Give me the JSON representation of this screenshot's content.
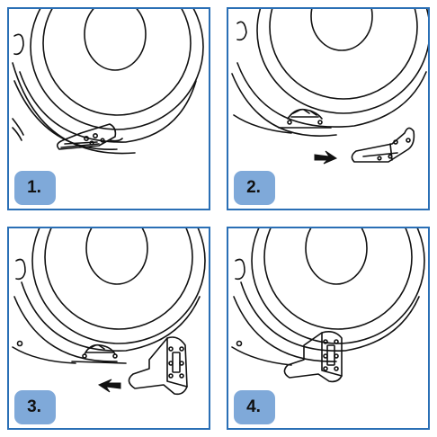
{
  "colors": {
    "panel_border": "#2a6fb5",
    "badge_fill": "#7fa9d9",
    "line": "#111111"
  },
  "panels": [
    {
      "step_label": "1."
    },
    {
      "step_label": "2.",
      "arrow_direction": "right"
    },
    {
      "step_label": "3.",
      "arrow_direction": "left"
    },
    {
      "step_label": "4."
    }
  ]
}
